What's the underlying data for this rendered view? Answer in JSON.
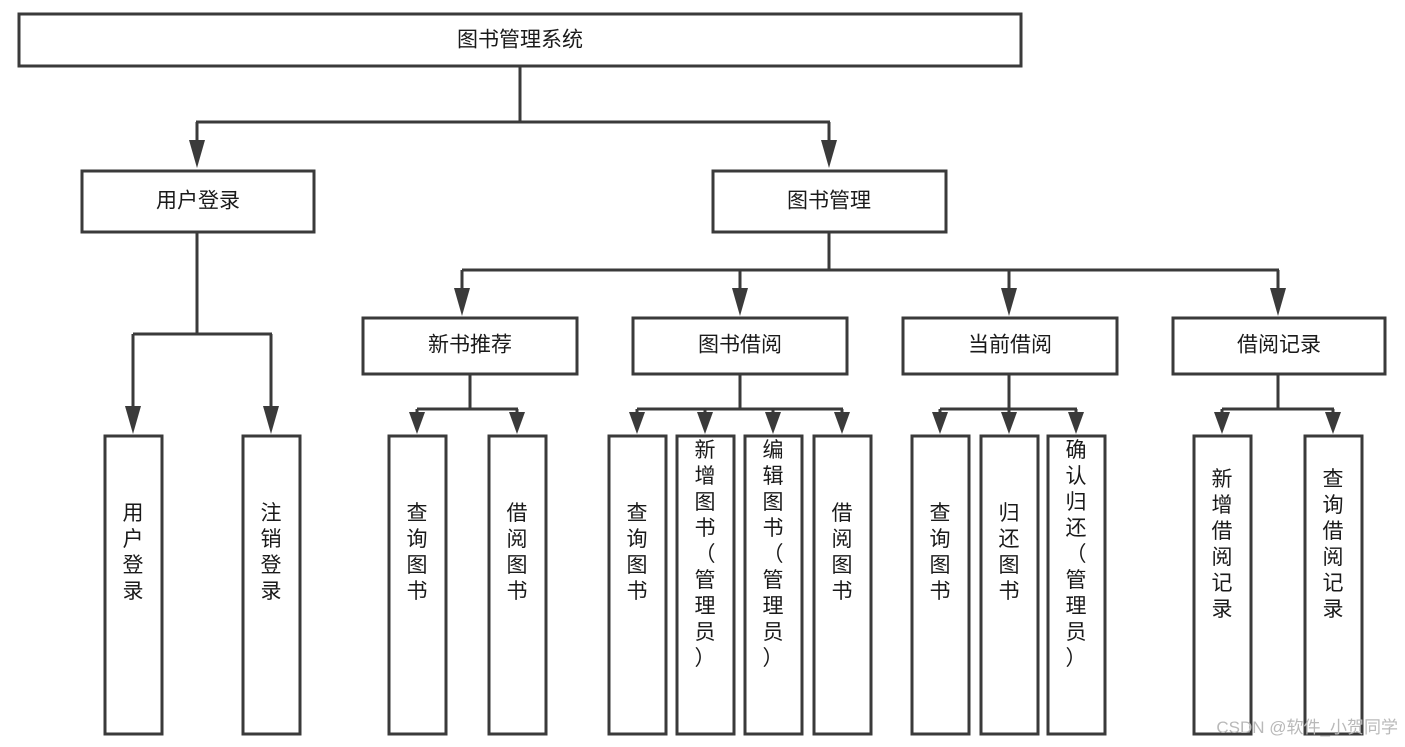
{
  "diagram": {
    "type": "tree-hierarchy",
    "title": "图书管理系统",
    "watermark": "CSDN @软件_小贺同学",
    "colors": {
      "box_stroke": "#3a3a3a",
      "box_fill": "#ffffff",
      "text": "#1a1a1a",
      "connector": "#3a3a3a",
      "background": "#ffffff",
      "watermark": "#b9b9b9"
    },
    "levels": {
      "root": {
        "label": "图书管理系统"
      },
      "level2": [
        {
          "id": "user-login",
          "label": "用户登录"
        },
        {
          "id": "book-management",
          "label": "图书管理"
        }
      ],
      "level3": [
        {
          "id": "new-book-recommend",
          "label": "新书推荐",
          "parent": "book-management"
        },
        {
          "id": "book-borrow",
          "label": "图书借阅",
          "parent": "book-management"
        },
        {
          "id": "current-borrow",
          "label": "当前借阅",
          "parent": "book-management"
        },
        {
          "id": "borrow-record",
          "label": "借阅记录",
          "parent": "book-management"
        }
      ],
      "leaves": {
        "user-login": [
          {
            "id": "leaf-user-login",
            "label": "用户登录"
          },
          {
            "id": "leaf-user-logout",
            "label": "注销登录"
          }
        ],
        "new-book-recommend": [
          {
            "id": "leaf-query-book-1",
            "label": "查询图书"
          },
          {
            "id": "leaf-borrow-book-1",
            "label": "借阅图书"
          }
        ],
        "book-borrow": [
          {
            "id": "leaf-query-book-2",
            "label": "查询图书"
          },
          {
            "id": "leaf-add-book",
            "label": "新增图书（管理员）"
          },
          {
            "id": "leaf-edit-book",
            "label": "编辑图书（管理员）"
          },
          {
            "id": "leaf-borrow-book-2",
            "label": "借阅图书"
          }
        ],
        "current-borrow": [
          {
            "id": "leaf-query-book-3",
            "label": "查询图书"
          },
          {
            "id": "leaf-return-book",
            "label": "归还图书"
          },
          {
            "id": "leaf-confirm-return",
            "label": "确认归还（管理员）"
          }
        ],
        "borrow-record": [
          {
            "id": "leaf-add-record",
            "label": "新增借阅记录"
          },
          {
            "id": "leaf-query-record",
            "label": "查询借阅记录"
          }
        ]
      }
    }
  }
}
